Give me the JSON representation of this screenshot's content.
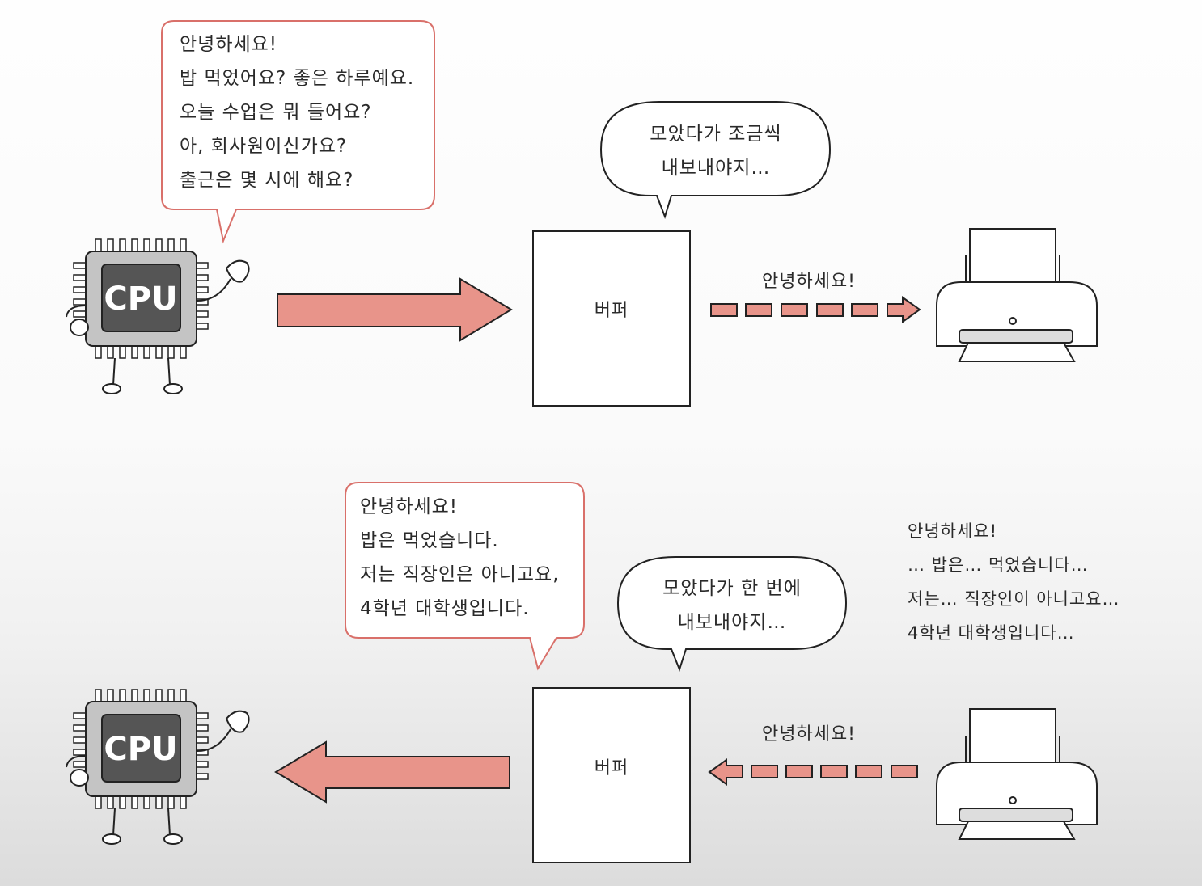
{
  "top": {
    "cpu_speech": [
      "안녕하세요!",
      "밥 먹었어요? 좋은 하루예요.",
      "오늘 수업은 뭐 들어요?",
      "아, 회사원이신가요?",
      "출근은 몇 시에 해요?"
    ],
    "buffer_thought": [
      "모았다가 조금씩",
      "내보내야지…"
    ],
    "buffer_label": "버퍼",
    "transfer_label": "안녕하세요!",
    "cpu_chip_label": "CPU"
  },
  "bottom": {
    "cpu_speech": [
      "안녕하세요!",
      "밥은 먹었습니다.",
      "저는 직장인은 아니고요,",
      "4학년 대학생입니다."
    ],
    "buffer_thought": [
      "모았다가 한 번에",
      "내보내야지…"
    ],
    "buffer_label": "버퍼",
    "transfer_label": "안녕하세요!",
    "cpu_chip_label": "CPU",
    "printer_text": [
      "안녕하세요!",
      "… 밥은… 먹었습니다…",
      "저는… 직장인이 아니고요…",
      "4학년 대학생입니다…"
    ]
  },
  "colors": {
    "arrow_fill": "#e8948a",
    "speech_border": "#d9706a",
    "outline": "#222222",
    "chip_body": "#c4c4c4",
    "chip_core": "#555555"
  }
}
